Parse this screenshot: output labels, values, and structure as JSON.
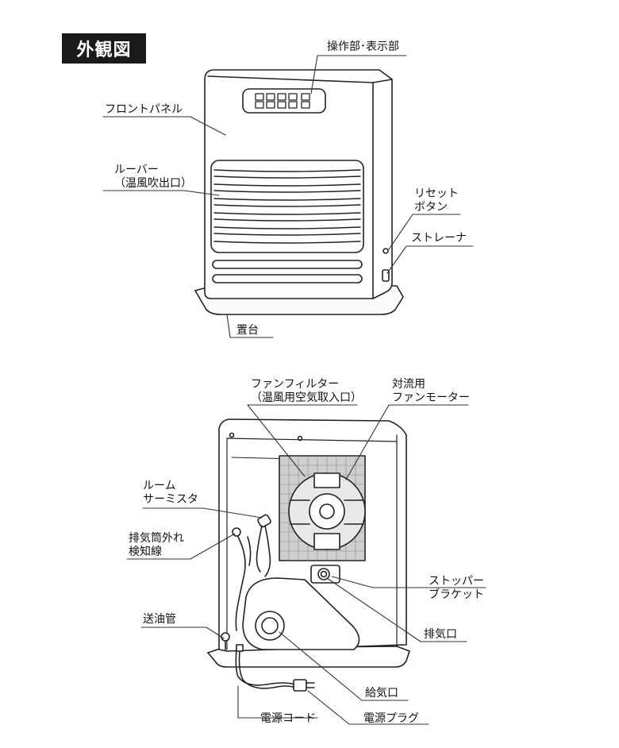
{
  "title": "外観図",
  "front": {
    "labels": {
      "control_panel": "操作部･表示部",
      "front_panel": "フロントパネル",
      "louver_line1": "ルーバー",
      "louver_line2": "（温風吹出口）",
      "reset_line1": "リセット",
      "reset_line2": "ボタン",
      "strainer": "ストレーナ",
      "stand": "置台"
    }
  },
  "back": {
    "labels": {
      "fan_filter_line1": "ファンフィルター",
      "fan_filter_line2": "（温風用空気取入口）",
      "fan_motor_line1": "対流用",
      "fan_motor_line2": "ファンモーター",
      "thermistor_line1": "ルーム",
      "thermistor_line2": "サーミスタ",
      "exhaust_sensor_line1": "排気筒外れ",
      "exhaust_sensor_line2": "検知線",
      "stopper_line1": "ストッパー",
      "stopper_line2": "ブラケット",
      "oil_pipe": "送油管",
      "exhaust_port": "排気口",
      "intake_port": "給気口",
      "power_cord": "電源コード",
      "power_plug": "電源プラグ"
    }
  }
}
